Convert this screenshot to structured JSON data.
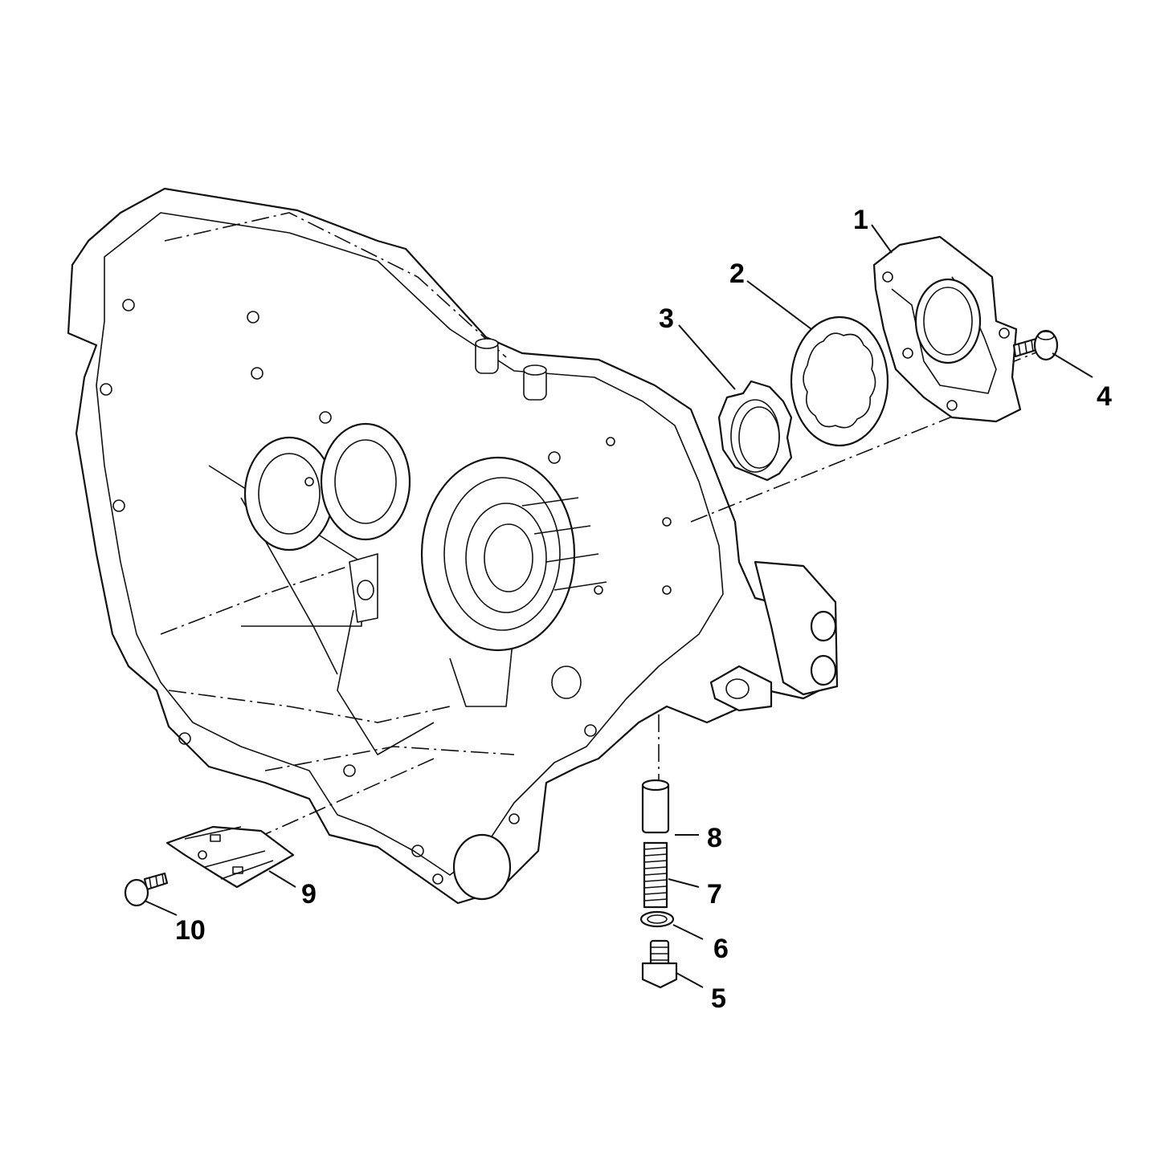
{
  "diagram": {
    "callouts": [
      {
        "id": "1",
        "label": "1"
      },
      {
        "id": "2",
        "label": "2"
      },
      {
        "id": "3",
        "label": "3"
      },
      {
        "id": "4",
        "label": "4"
      },
      {
        "id": "5",
        "label": "5"
      },
      {
        "id": "6",
        "label": "6"
      },
      {
        "id": "7",
        "label": "7"
      },
      {
        "id": "8",
        "label": "8"
      },
      {
        "id": "9",
        "label": "9"
      },
      {
        "id": "10",
        "label": "10"
      }
    ]
  }
}
